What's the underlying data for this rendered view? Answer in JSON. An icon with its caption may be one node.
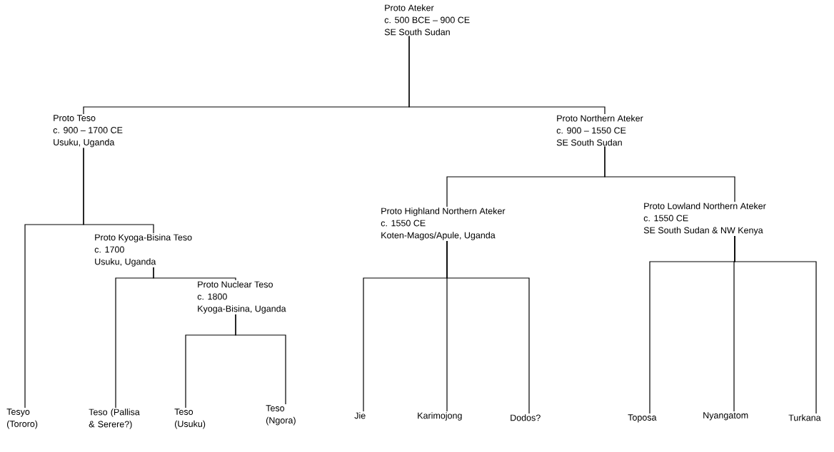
{
  "diagram": {
    "nodes": [
      {
        "text": [
          "Proto Ateker",
          "c. 500 BCE – 900 CE",
          "SE South Sudan"
        ]
      },
      {
        "text": [
          "Proto  Teso",
          "c. 900 – 1700 CE",
          "Usuku, Uganda"
        ]
      },
      {
        "text": [
          "Proto Kyoga-Bisina Teso",
          "c. 1700",
          "Usuku, Uganda"
        ]
      },
      {
        "text": [
          "Proto Nuclear Teso",
          "c. 1800",
          "Kyoga-Bisina, Uganda"
        ]
      },
      {
        "text": [
          "Proto Northern Ateker",
          "c. 900 – 1550 CE",
          "SE South Sudan"
        ]
      },
      {
        "text": [
          "Proto Highland Northern Ateker",
          "c. 1550 CE",
          "Koten-Magos/Apule, Uganda"
        ]
      },
      {
        "text": [
          "Proto Lowland Northern Ateker",
          "c. 1550 CE",
          "SE South Sudan & NW Kenya"
        ]
      },
      {
        "text": [
          "Tesyo (Tororo)"
        ]
      },
      {
        "text": [
          "Teso (Pallisa & Serere?)"
        ]
      },
      {
        "text": [
          "Teso (Usuku)"
        ]
      },
      {
        "text": [
          "Teso (Ngora)"
        ]
      },
      {
        "text": [
          "Jie"
        ]
      },
      {
        "text": [
          "Karimojong"
        ]
      },
      {
        "text": [
          "Dodos?"
        ]
      },
      {
        "text": [
          "Toposa"
        ]
      },
      {
        "text": [
          "Nyangatom"
        ]
      },
      {
        "text": [
          "Turkana"
        ]
      }
    ],
    "edges": [
      {
        "from": 0,
        "to": 1,
        "arrow": "none"
      },
      {
        "from": 0,
        "to": 4,
        "arrow": "none"
      },
      {
        "from": 1,
        "to": 7,
        "arrow": "none"
      },
      {
        "from": 1,
        "to": 2,
        "arrow": "none"
      },
      {
        "from": 2,
        "to": 8,
        "arrow": "none"
      },
      {
        "from": 2,
        "to": 3,
        "arrow": "none"
      },
      {
        "from": 3,
        "to": 9,
        "arrow": "none"
      },
      {
        "from": 3,
        "to": 10,
        "arrow": "none"
      },
      {
        "from": 4,
        "to": 5,
        "arrow": "none"
      },
      {
        "from": 4,
        "to": 6,
        "arrow": "none"
      },
      {
        "from": 5,
        "to": 11,
        "arrow": "none"
      },
      {
        "from": 5,
        "to": 12,
        "arrow": "none"
      },
      {
        "from": 5,
        "to": 13,
        "arrow": "none"
      },
      {
        "from": 6,
        "to": 14,
        "arrow": "none"
      },
      {
        "from": 6,
        "to": 15,
        "arrow": "none"
      },
      {
        "from": 6,
        "to": 16,
        "arrow": "none"
      }
    ]
  }
}
